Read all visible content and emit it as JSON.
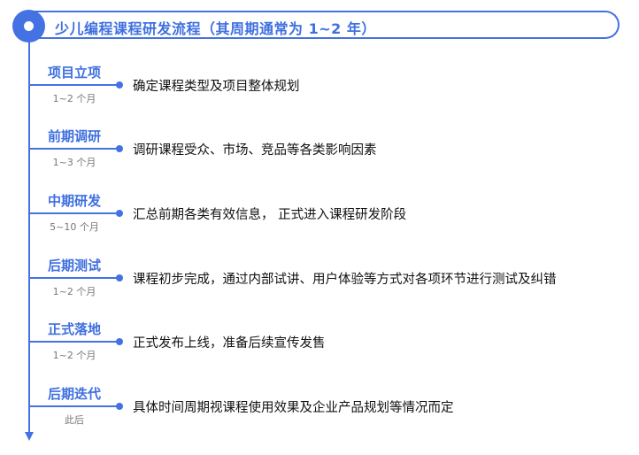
{
  "title": "少儿编程课程研发流程（其周期通常为 1~2 年）",
  "stages": [
    {
      "label": "项目立项",
      "duration": "1~2 个月",
      "desc": "确定课程类型及项目整体规划"
    },
    {
      "label": "前期调研",
      "duration": "1~3 个月",
      "desc": "调研课程受众、市场、竞品等各类影响因素"
    },
    {
      "label": "中期研发",
      "duration": "5~10 个月",
      "desc": "汇总前期各类有效信息， 正式进入课程研发阶段"
    },
    {
      "label": "后期测试",
      "duration": "1~2 个月",
      "desc": "课程初步完成，通过内部试讲、用户体验等方式对各项环节进行测试及纠错"
    },
    {
      "label": "正式落地",
      "duration": "1~2 个月",
      "desc": "正式发布上线，准备后续宣传发售"
    },
    {
      "label": "后期迭代",
      "duration": "此后",
      "desc": "具体时间周期视课程使用效果及企业产品规划等情况而定"
    }
  ]
}
